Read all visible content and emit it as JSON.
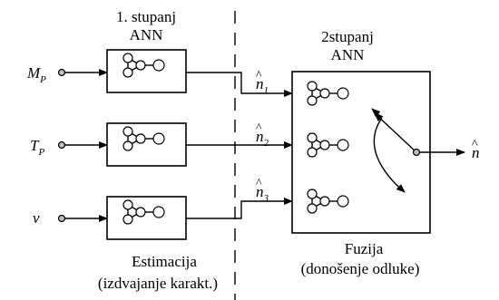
{
  "stage1": {
    "line1": "1. stupanj",
    "line2": "ANN"
  },
  "stage2": {
    "line1": "2stupanj",
    "line2": "ANN"
  },
  "inputs": [
    {
      "main": "M",
      "sub": "P"
    },
    {
      "main": "T",
      "sub": "P"
    },
    {
      "main": "v",
      "sub": ""
    }
  ],
  "estimates": [
    {
      "main": "n",
      "hat": "^",
      "sub": "1"
    },
    {
      "main": "n",
      "hat": "^",
      "sub": "2"
    },
    {
      "main": "n",
      "hat": "^",
      "sub": "3"
    }
  ],
  "output": {
    "main": "n",
    "hat": "^"
  },
  "caption_left": {
    "line1": "Estimacija",
    "line2": "(izdvajanje karakt.)"
  },
  "caption_right": {
    "line1": "Fuzija",
    "line2": "(donošenje odluke)"
  }
}
